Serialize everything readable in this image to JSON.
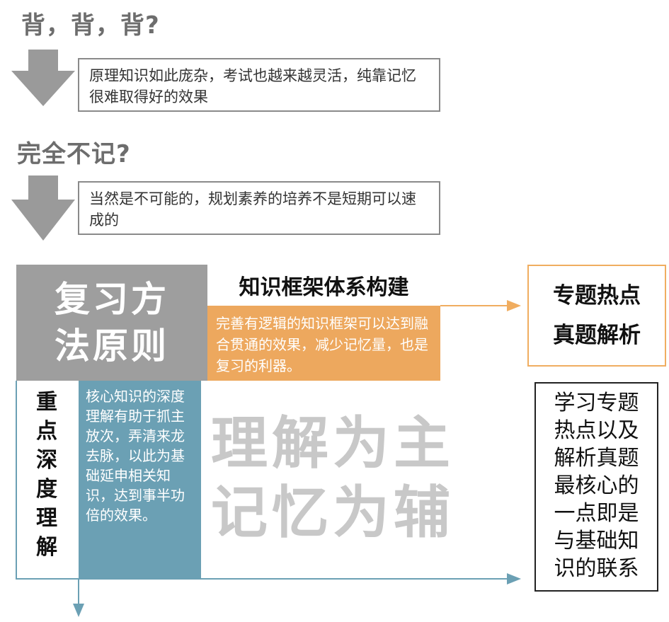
{
  "heading1": "背，背，背?",
  "box1": "原理知识如此庞杂，考试也越来越灵活，纯靠记忆很难取得好的效果",
  "heading2": "完全不记?",
  "box2": "当然是不可能的，规划素养的培养不是短期可以速成的",
  "method": {
    "line1": "复习方",
    "line2": "法原则"
  },
  "framework": {
    "title": "知识框架体系构建",
    "desc": "完善有逻辑的知识框架可以达到融合贯通的效果，减少记忆量，也是复习的利器。"
  },
  "depth": {
    "title_chars": [
      "重",
      "点",
      "深",
      "度",
      "理",
      "解"
    ],
    "desc": "核心知识的深度理解有助于抓主放次，弄清来龙去脉，以此为基础延申相关知识，达到事半功倍的效果。"
  },
  "principle": {
    "line1": "理解为主",
    "line2": "记忆为辅"
  },
  "topic": {
    "line1": "专题热点",
    "line2": "真题解析"
  },
  "topic_desc_lines": [
    "学习专题",
    "热点以及",
    "解析真题",
    "最核心的",
    "一点即是",
    "与基础知",
    "识的联系"
  ],
  "colors": {
    "gray_arrow": "#9a9a9a",
    "gray_block": "#9e9e9e",
    "orange": "#eda85e",
    "teal": "#6ba0b4",
    "light_gray_text": "#c8c8c8"
  }
}
